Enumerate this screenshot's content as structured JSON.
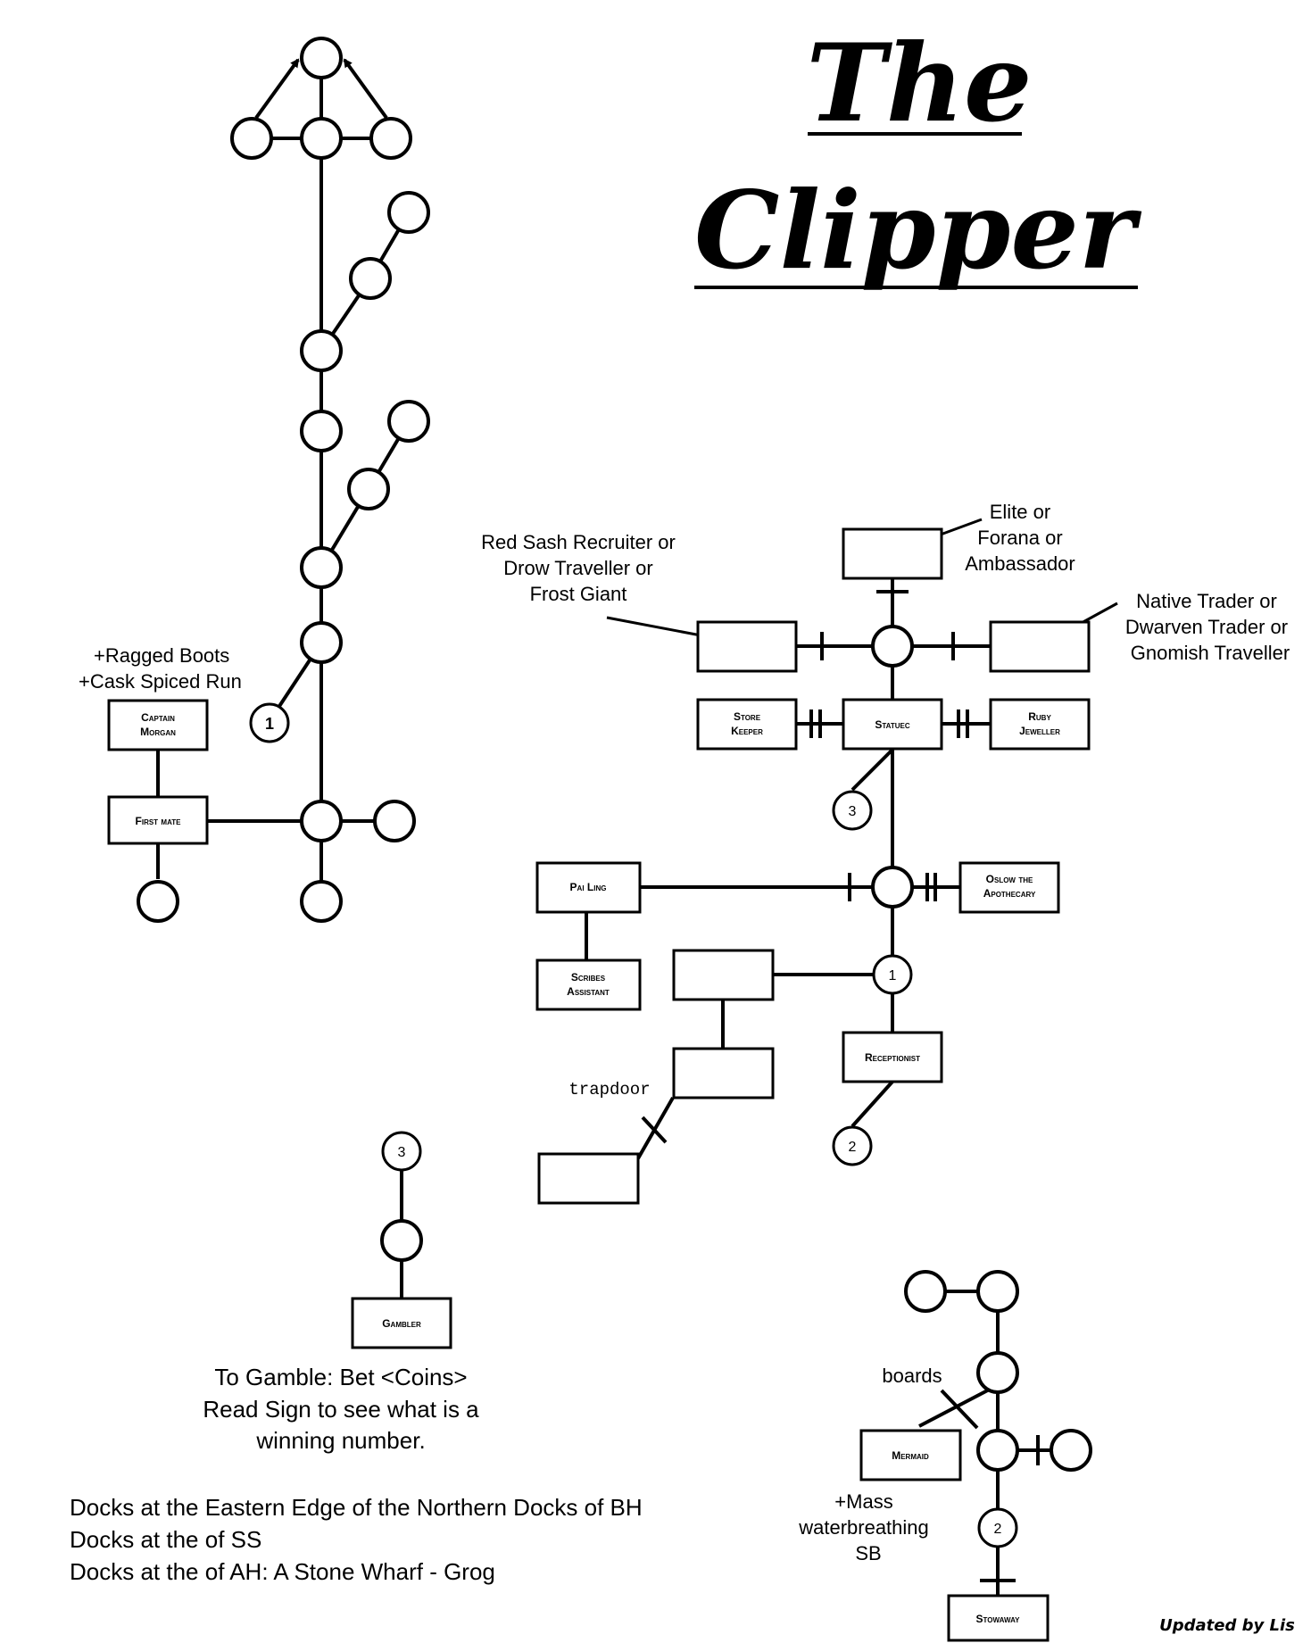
{
  "title": {
    "line1": "The",
    "line2": "Clipper"
  },
  "labels": {
    "ragged_boots": "+Ragged Boots",
    "cask_spiced": "+Cask Spiced Run",
    "red_sash_1": "Red Sash Recruiter or",
    "red_sash_2": "Drow Traveller or",
    "red_sash_3": "Frost Giant",
    "elite_1": "Elite or",
    "elite_2": "Forana or",
    "elite_3": "Ambassador",
    "native_1": "Native Trader or",
    "native_2": "Dwarven Trader or",
    "native_3": "Gnomish Traveller",
    "trapdoor": "trapdoor",
    "boards": "boards",
    "mass_1": "+Mass",
    "mass_2": "waterbreathing",
    "mass_3": "SB",
    "gamble_1": "To Gamble: Bet <Coins>",
    "gamble_2": "Read Sign to see what is a",
    "gamble_3": "winning number.",
    "docks_1": "Docks at the Eastern Edge of the Northern Docks of BH",
    "docks_2": "Docks at the  of SS",
    "docks_3": "Docks at the  of AH: A Stone Wharf - Grog",
    "credit": "Updated by Lis"
  },
  "boxes": {
    "captain_1": "Captain",
    "captain_2": "Morgan",
    "first_mate": "First mate",
    "store_1": "Store",
    "store_2": "Keeper",
    "statue": "Statuec",
    "ruby_1": "Ruby",
    "ruby_2": "Jeweller",
    "pai_ling": "Pai Ling",
    "oslow_1": "Oslow the",
    "oslow_2": "Apothecary",
    "scribes_1": "Scribes",
    "scribes_2": "Assistant",
    "receptionist": "Receptionist",
    "gambler": "Gambler",
    "mermaid": "Mermaid",
    "stowaway": "Stowaway"
  },
  "markers": {
    "m1": "1",
    "m2": "2",
    "m3": "3"
  }
}
